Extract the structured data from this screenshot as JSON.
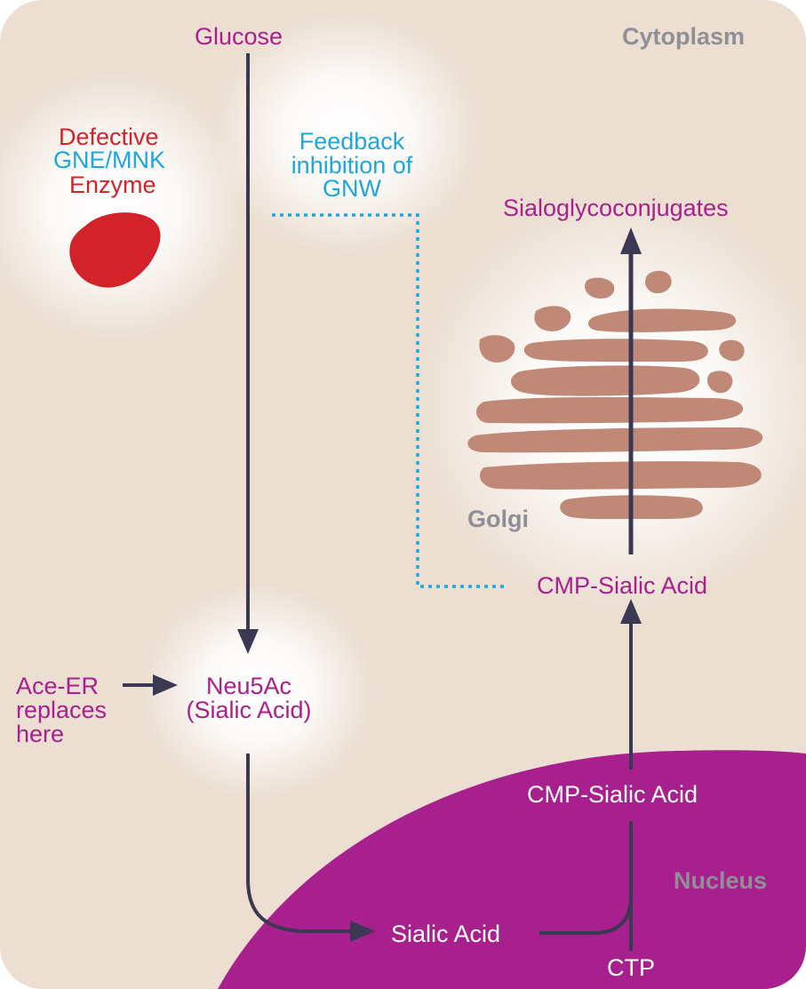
{
  "regions": {
    "cytoplasm": "Cytoplasm",
    "nucleus": "Nucleus",
    "golgi": "Golgi"
  },
  "labels": {
    "glucose": "Glucose",
    "defective_line1": "Defective",
    "defective_line2": "GNE/MNK",
    "defective_line3": "Enzyme",
    "feedback_line1": "Feedback",
    "feedback_line2": "inhibition of",
    "feedback_line3": "GNW",
    "sialoglycoconjugates": "Sialoglycoconjugates",
    "cmp_sialic_golgi": "CMP-Sialic Acid",
    "ace_line1": "Ace-ER",
    "ace_line2": "replaces",
    "ace_line3": "here",
    "neu5ac_line1": "Neu5Ac",
    "neu5ac_line2": "(Sialic Acid)",
    "cmp_sialic_nucleus": "CMP-Sialic Acid",
    "sialic_acid": "Sialic Acid",
    "ctp": "CTP"
  },
  "colors": {
    "cytoplasm_bg": "#ecdfd2",
    "nucleus": "#a8208e",
    "golgi": "#bf8877",
    "arrow": "#3a3852",
    "feedback": "#1ea7dc",
    "enzyme": "#d2232a",
    "region_label": "#8e8f97"
  }
}
